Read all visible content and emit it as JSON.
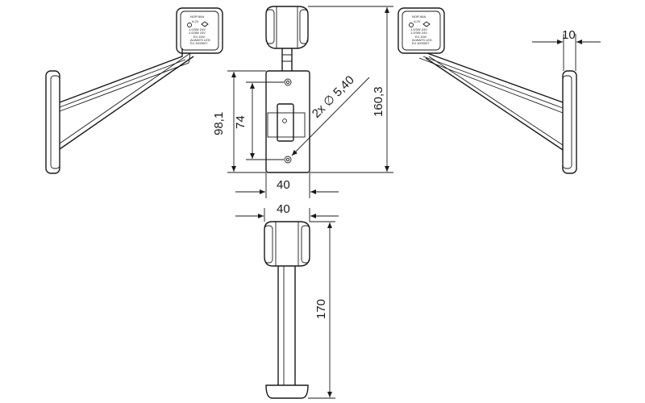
{
  "dimensions": {
    "arm_thickness": "10",
    "bracket_hole_spacing_outer": "98,1",
    "bracket_hole_spacing": "74",
    "total_height": "160,3",
    "bracket_width": "40",
    "lamp_width": "40",
    "stem_height": "170",
    "hole_spec": "2x ∅ 5,40"
  },
  "lamp_label": {
    "model": "NOR 66A",
    "code": "A 2V",
    "line1": "1.0/3W 24V",
    "line2": "1.0/3W 24V",
    "line3": "E4 11W",
    "line4": "ALWAYS LED",
    "line5": "E4 1003007"
  }
}
